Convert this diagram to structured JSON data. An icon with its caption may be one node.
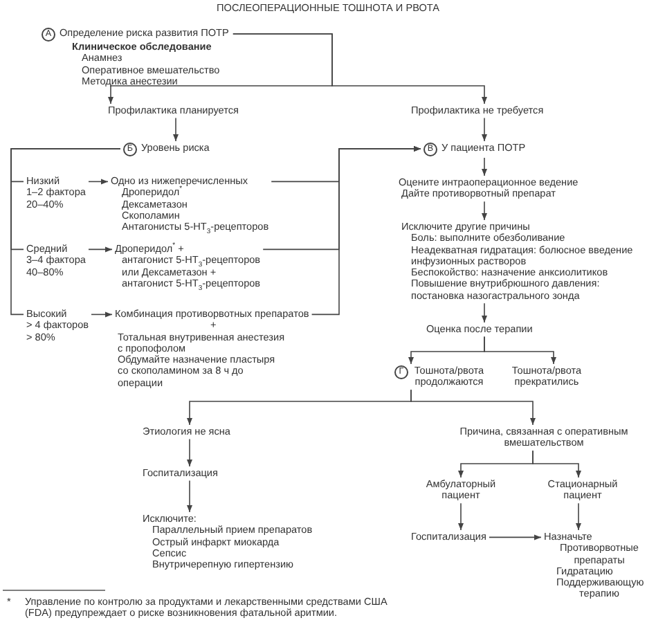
{
  "diagram": {
    "title": "ПОСЛЕОПЕРАЦИОННЫЕ ТОШНОТА И РВОТА",
    "nodes": [
      {
        "text": [
          "А"
        ],
        "beside": [
          "Определение риска развития ПОТР",
          "Клиническое обследование",
          "Анамнез",
          "Оперативное вмешательство",
          "Методика анестезии"
        ]
      },
      {
        "text": [
          "Профилактика планируется"
        ]
      },
      {
        "text": [
          "Профилактика не требуется"
        ]
      },
      {
        "text": [
          "Б"
        ],
        "beside": [
          "Уровень риска"
        ]
      },
      {
        "text": [
          "В"
        ],
        "beside": [
          "У пациента ПОТР"
        ]
      },
      {
        "text": [
          "Низкий",
          "1–2 фактора",
          "20–40%"
        ]
      },
      {
        "text": [
          "Одно из нижеперечисленных",
          "Дроперидол$^{*}$",
          "Дексаметазон",
          "Скополамин",
          "Антагонисты 5-HT$_{3}$-рецепторов"
        ]
      },
      {
        "text": [
          "Средний",
          "3–4 фактора",
          "40–80%"
        ]
      },
      {
        "text": [
          "Дроперидол$^{*}$ +",
          "антагонист 5-HT$_{3}$-рецепторов",
          "или Дексаметазон +",
          "антагонист 5-HT$_{3}$-рецепторов"
        ]
      },
      {
        "text": [
          "Высокий",
          "> 4 факторов",
          "> 80%"
        ]
      },
      {
        "text": [
          "Комбинация противорвотных препаратов",
          "+",
          "Тотальная внутривенная анестезия с пропофолом",
          "Обдумайте назначение пластыря со скополамином за 8 ч до операции"
        ]
      },
      {
        "text": [
          "Оцените интраоперационное ведение",
          "Дайте противорвотный препарат"
        ]
      },
      {
        "text": [
          "Исключите другие причины",
          "Боль: выполните обезболивание",
          "Неадекватная гидратация: болюсное введение инфузионных растворов",
          "Беспокойство: назначение анксиолитиков",
          "Повышение внутрибрюшного давления: постановка назогастрального зонда"
        ]
      },
      {
        "text": [
          "Оценка после терапии"
        ]
      },
      {
        "text": [
          "Г"
        ],
        "beside": [
          "Тошнота/рвота продолжаются"
        ]
      },
      {
        "text": [
          "Тошнота/рвота прекратились"
        ]
      },
      {
        "text": [
          "Этиология не ясна"
        ]
      },
      {
        "text": [
          "Причина, связанная с оперативным вмешательством"
        ]
      },
      {
        "text": [
          "Госпитализация"
        ]
      },
      {
        "text": [
          "Амбулаторный пациент"
        ]
      },
      {
        "text": [
          "Стационарный пациент"
        ]
      },
      {
        "text": [
          "Исключите:",
          "Параллельный прием препаратов",
          "Острый инфаркт миокарда",
          "Сепсис",
          "Внутричерепную гипертензию"
        ]
      },
      {
        "text": [
          "Госпитализация"
        ]
      },
      {
        "text": [
          "Назначьте",
          "Противорвотные препараты",
          "Гидратацию",
          "Поддерживающую терапию"
        ]
      }
    ],
    "edges": [
      {
        "from": 0,
        "to": 1,
        "arrow": "to"
      },
      {
        "from": 0,
        "to": 2,
        "arrow": "to"
      },
      {
        "from": 1,
        "to": 3,
        "arrow": "to"
      },
      {
        "from": 2,
        "to": 4,
        "arrow": "to"
      },
      {
        "from": 3,
        "to": 5,
        "arrow": "none"
      },
      {
        "from": 3,
        "to": 7,
        "arrow": "none"
      },
      {
        "from": 3,
        "to": 9,
        "arrow": "none"
      },
      {
        "from": 5,
        "to": 6,
        "arrow": "to"
      },
      {
        "from": 7,
        "to": 8,
        "arrow": "to"
      },
      {
        "from": 9,
        "to": 10,
        "arrow": "to"
      },
      {
        "from": 6,
        "to": 4,
        "arrow": "to"
      },
      {
        "from": 8,
        "to": 4,
        "arrow": "to"
      },
      {
        "from": 10,
        "to": 4,
        "arrow": "to"
      },
      {
        "from": 4,
        "to": 11,
        "arrow": "to"
      },
      {
        "from": 11,
        "to": 12,
        "arrow": "to"
      },
      {
        "from": 12,
        "to": 13,
        "arrow": "to"
      },
      {
        "from": 13,
        "to": 14,
        "arrow": "to"
      },
      {
        "from": 13,
        "to": 15,
        "arrow": "to"
      },
      {
        "from": 14,
        "to": 16,
        "arrow": "to"
      },
      {
        "from": 14,
        "to": 17,
        "arrow": "to"
      },
      {
        "from": 16,
        "to": 18,
        "arrow": "to"
      },
      {
        "from": 18,
        "to": 21,
        "arrow": "to"
      },
      {
        "from": 17,
        "to": 19,
        "arrow": "to"
      },
      {
        "from": 17,
        "to": 20,
        "arrow": "to"
      },
      {
        "from": 19,
        "to": 22,
        "arrow": "to"
      },
      {
        "from": 20,
        "to": 23,
        "arrow": "to"
      },
      {
        "from": 22,
        "to": 23,
        "arrow": "to"
      }
    ],
    "labels": [
      "*",
      "Управление по контролю за продуктами и лекарственными средствами США (FDA) предупреждает о риске возникновения фатальной аритмии."
    ]
  }
}
